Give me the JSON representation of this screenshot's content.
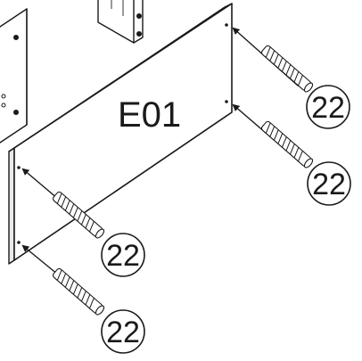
{
  "panel": {
    "label": "E01"
  },
  "callouts": [
    {
      "id": "top-right",
      "number": "22"
    },
    {
      "id": "middle-right",
      "number": "22"
    },
    {
      "id": "left-upper",
      "number": "22"
    },
    {
      "id": "left-lower",
      "number": "22"
    }
  ]
}
